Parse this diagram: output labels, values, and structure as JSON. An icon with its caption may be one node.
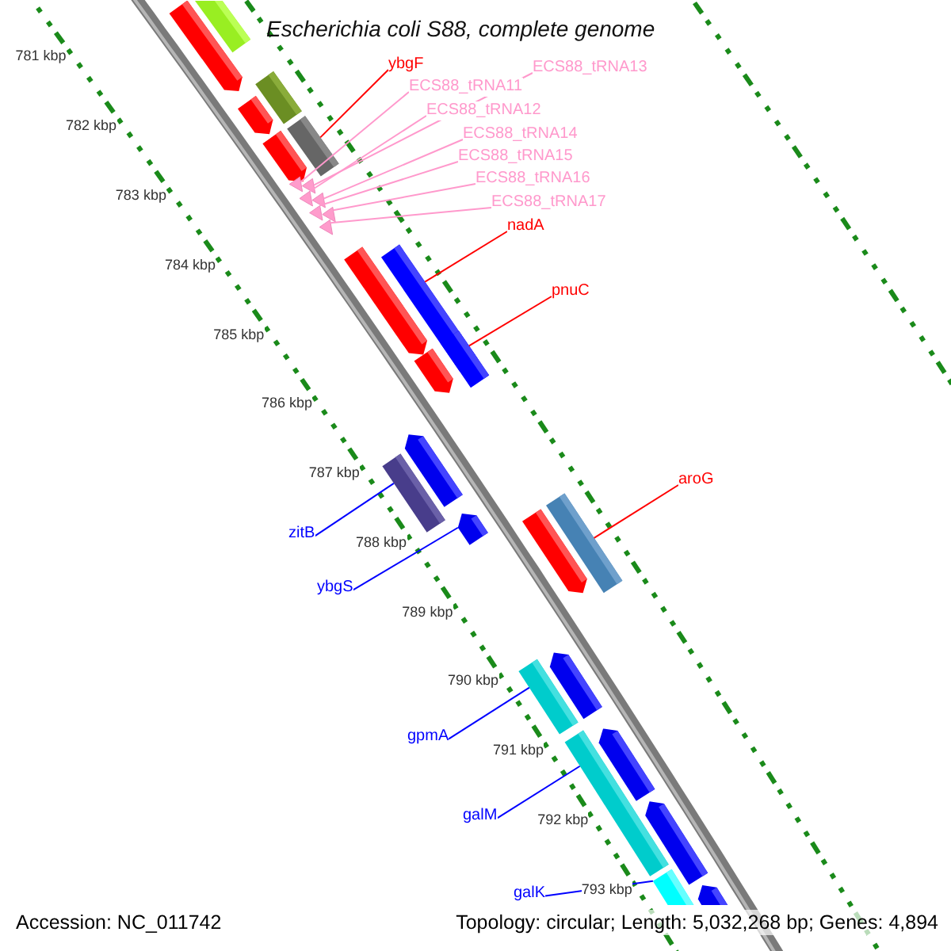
{
  "diagram": {
    "title": "Escherichia coli S88, complete genome",
    "nodes": [
      {
        "text": [
          "ybgF"
        ]
      },
      {
        "text": [
          "ECS88_tRNA13"
        ]
      },
      {
        "text": [
          "ECS88_tRNA11"
        ]
      },
      {
        "text": [
          "ECS88_tRNA12"
        ]
      },
      {
        "text": [
          "ECS88_tRNA14"
        ]
      },
      {
        "text": [
          "ECS88_tRNA15"
        ]
      },
      {
        "text": [
          "ECS88_tRNA16"
        ]
      },
      {
        "text": [
          "ECS88_tRNA17"
        ]
      },
      {
        "text": [
          "nadA"
        ]
      },
      {
        "text": [
          "pnuC"
        ]
      },
      {
        "text": [
          "aroG"
        ]
      },
      {
        "text": [
          "zitB"
        ]
      },
      {
        "text": [
          "ybgS"
        ]
      },
      {
        "text": [
          "gpmA"
        ]
      },
      {
        "text": [
          "galM"
        ]
      },
      {
        "text": [
          "galK"
        ]
      },
      {
        "text": [],
        "shape": "box"
      },
      {
        "text": [],
        "shape": "arrow"
      },
      {
        "text": [],
        "shape": "box"
      },
      {
        "text": [],
        "shape": "arrow"
      },
      {
        "text": [],
        "shape": "arrow"
      },
      {
        "text": [],
        "shape": "box"
      },
      {
        "text": [],
        "shape": "arrow"
      },
      {
        "text": [],
        "shape": "arrow"
      },
      {
        "text": [],
        "shape": "arrow"
      },
      {
        "text": [],
        "shape": "arrow"
      },
      {
        "text": [],
        "shape": "arrow"
      },
      {
        "text": [],
        "shape": "arrow"
      },
      {
        "text": [],
        "shape": "arrow"
      },
      {
        "text": [],
        "shape": "arrow"
      },
      {
        "text": [],
        "shape": "box"
      },
      {
        "text": [],
        "shape": "box"
      },
      {
        "text": [],
        "shape": "arrow"
      },
      {
        "text": [],
        "shape": "arrow"
      },
      {
        "text": [],
        "shape": "box"
      },
      {
        "text": [],
        "shape": "arrow"
      },
      {
        "text": [],
        "shape": "arrow"
      },
      {
        "text": [],
        "shape": "box"
      },
      {
        "text": [],
        "shape": "box"
      },
      {
        "text": [],
        "shape": "arrow"
      },
      {
        "text": [],
        "shape": "box"
      },
      {
        "text": [],
        "shape": "arrow"
      },
      {
        "text": [],
        "shape": "arrow"
      },
      {
        "text": [],
        "shape": "arrow"
      },
      {
        "text": [],
        "shape": "box"
      }
    ],
    "edges": [
      {
        "from": 0,
        "to": 21,
        "arrow": "none",
        "color": "#ff0000"
      },
      {
        "from": 1,
        "to": 23,
        "arrow": "none"
      },
      {
        "from": 2,
        "to": 22,
        "arrow": "none"
      },
      {
        "from": 3,
        "to": 24,
        "arrow": "none"
      },
      {
        "from": 4,
        "to": 25,
        "arrow": "none"
      },
      {
        "from": 5,
        "to": 26,
        "arrow": "none"
      },
      {
        "from": 6,
        "to": 27,
        "arrow": "none"
      },
      {
        "from": 7,
        "to": 28,
        "arrow": "none"
      },
      {
        "from": 8,
        "to": 30,
        "arrow": "none",
        "color": "#ff0000"
      },
      {
        "from": 9,
        "to": 31,
        "arrow": "none",
        "color": "#ff0000"
      },
      {
        "from": 10,
        "to": 37,
        "arrow": "none",
        "color": "#ff0000"
      },
      {
        "from": 11,
        "to": 34,
        "arrow": "none",
        "color": "#0000ff"
      },
      {
        "from": 12,
        "to": 35,
        "arrow": "none",
        "color": "#0000ff"
      },
      {
        "from": 13,
        "to": 38,
        "arrow": "none",
        "color": "#0000ff"
      },
      {
        "from": 14,
        "to": 40,
        "arrow": "none",
        "color": "#0000ff"
      },
      {
        "from": 15,
        "to": 44,
        "arrow": "none",
        "color": "#0000ff"
      }
    ],
    "labels": [
      "781 kbp",
      "782 kbp",
      "783 kbp",
      "784 kbp",
      "785 kbp",
      "786 kbp",
      "787 kbp",
      "788 kbp",
      "789 kbp",
      "790 kbp",
      "791 kbp",
      "792 kbp",
      "793 kbp",
      "Accession: NC_011742",
      "Topology: circular; Length: 5,032,268 bp; Genes: 4,894"
    ]
  }
}
